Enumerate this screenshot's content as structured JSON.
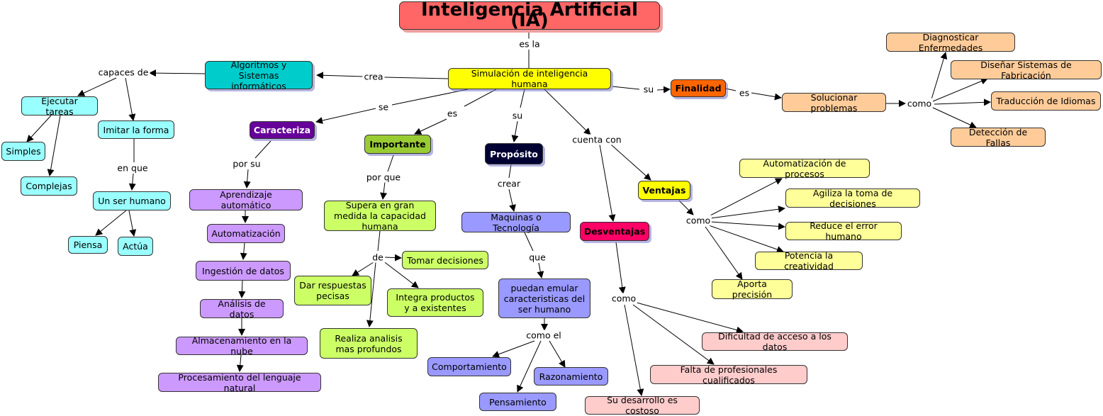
{
  "colors": {
    "title": "#ff6666",
    "main": "#ffff00",
    "algo": "#00cccc",
    "abilities": "#99ffff",
    "caracteriza": "#660099",
    "traits": "#cc99ff",
    "importante": "#99cc33",
    "importance_items": "#ccff66",
    "proposito": "#000033",
    "purpose_items": "#9999ff",
    "finalidad": "#ff6600",
    "goals": "#ffcc99",
    "ventajas": "#ffff00",
    "advantages": "#ffff99",
    "desventajas": "#ff0066",
    "disadvantages": "#ffcccc"
  },
  "nodes": {
    "title": "Inteligencia Artificial (IA)",
    "simulacion": "Simulación de inteligencia humana",
    "algoritmos": "Algoritmos y Sistemas informáticos",
    "ejecutar": "Ejecutar tareas",
    "simples": "Simples",
    "complejas": "Complejas",
    "imitar": "Imitar la forma",
    "ser_humano": "Un ser humano",
    "piensa": "Piensa",
    "actua": "Actúa",
    "caracteriza": "Caracteriza",
    "aprendizaje": "Aprendizaje automático",
    "automatizacion": "Automatización",
    "ingestion": "Ingestión de datos",
    "analisis": "Análisis de datos",
    "almacenamiento": "Almacenamiento en la nube",
    "procesamiento": "Procesamiento del lenguaje natural",
    "importante": "Importante",
    "supera": "Supera en gran medida la capacidad humana",
    "tomar": "Tomar decisiones",
    "dar": "Dar respuestas pecisas",
    "integra": "Integra productos y a existentes",
    "realiza": "Realiza analisis mas profundos",
    "proposito": "Propósito",
    "maquinas": "Maquinas o Tecnología",
    "emular": "puedan emular caracteristicas del ser humano",
    "comportamiento": "Comportamiento",
    "razonamiento": "Razonamiento",
    "pensamiento": "Pensamiento",
    "finalidad": "Finalidad",
    "solucionar": "Solucionar problemas",
    "diagnosticar": "Diagnosticar Enfermedades",
    "disenar": "Diseñar Sistemas de Fabricación",
    "traduccion": "Traducción de Idiomas",
    "deteccion": "Detección de Fallas",
    "ventajas": "Ventajas",
    "v_auto": "Automatización de procesos",
    "v_agiliza": "Agiliza la toma de decisiones",
    "v_reduce": "Reduce el error humano",
    "v_potencia": "Potencia la creatividad",
    "v_aporta": "Aporta precisión",
    "desventajas": "Desventajas",
    "d_dificultad": "Dificultad de acceso a los datos",
    "d_falta": "Falta de profesionales cualificados",
    "d_costoso": "Su desarrollo es costoso"
  },
  "links": {
    "es_la": "es la",
    "crea": "crea",
    "capaces_de": "capaces de",
    "en_que": "en que",
    "se": "se",
    "por_su": "por su",
    "es_1": "es",
    "por_que": "por que",
    "de": "de",
    "su_1": "su",
    "crear": "crear",
    "que": "que",
    "como_el": "como el",
    "cuenta_con": "cuenta con",
    "su_2": "su",
    "es_2": "es",
    "como_1": "como",
    "como_2": "como",
    "como_3": "como"
  }
}
